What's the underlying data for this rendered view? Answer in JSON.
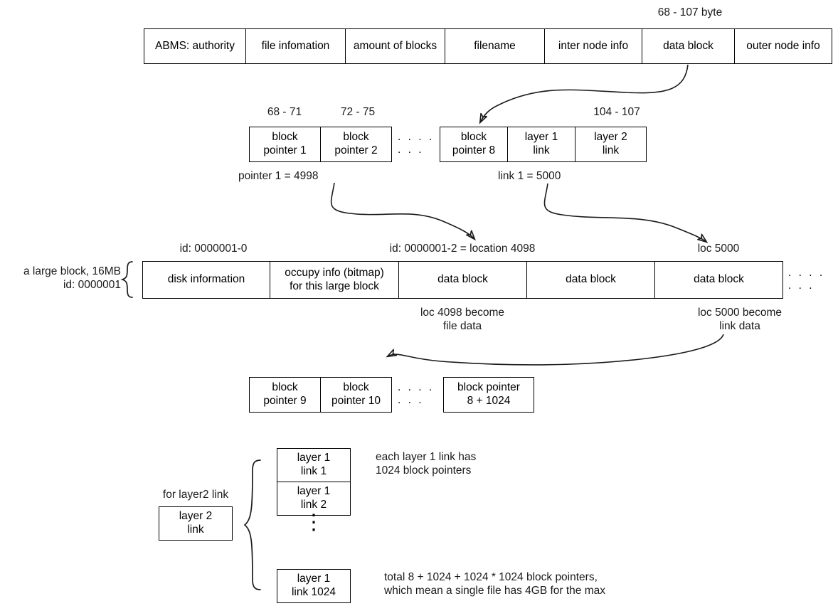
{
  "diagram": {
    "title_hint": "ABMS file system block pointer layout",
    "inode_row": {
      "range_label": "68 - 107  byte",
      "cells": [
        "ABMS: authority",
        "file infomation",
        "amount of blocks",
        "filename",
        "inter node info",
        "data block",
        "outer node info"
      ]
    },
    "pointer_row": {
      "offsets": [
        "68 - 71",
        "72 - 75",
        "104 - 107"
      ],
      "left_cells": [
        "block\npointer 1",
        "block\npointer 2"
      ],
      "right_cells": [
        "block\npointer 8",
        "layer 1\nlink",
        "layer 2\nlink"
      ],
      "ellipsis": ". . . . . . .",
      "note_left": "pointer 1 = 4998",
      "note_right": "link 1 = 5000"
    },
    "large_block": {
      "side_label": "a large block, 16MB\nid: 0000001",
      "id_label_0": "id: 0000001-0",
      "id_label_2": "id: 0000001-2 = location 4098",
      "loc_label": "loc 5000",
      "cells": [
        "disk information",
        "occupy info (bitmap)\nfor this large block",
        "data block",
        "data block",
        "data block"
      ],
      "ellipsis": ". . . . . . .",
      "note_left": "loc 4098 become\nfile data",
      "note_right": "loc 5000 become\nlink data"
    },
    "link_pointer_row": {
      "left_cells": [
        "block\npointer 9",
        "block\npointer 10"
      ],
      "right_cell": "block pointer\n8 + 1024",
      "ellipsis": ". . . . . . ."
    },
    "layer_section": {
      "layer2_caption": "for layer2 link",
      "layer2_cell": "layer 2\nlink",
      "layer1_cells": [
        "layer 1\nlink 1",
        "layer 1\nlink 2",
        "layer 1\nlink 1024"
      ],
      "vdots": "⋮",
      "note_top": "each layer 1 link has\n1024 block pointers",
      "note_bottom": "total 8 + 1024 + 1024 * 1024 block pointers,\nwhich mean a single file has 4GB for the max"
    }
  },
  "colors": {
    "stroke": "#1a1a1a",
    "box_border": "#000000",
    "background": "#ffffff"
  }
}
